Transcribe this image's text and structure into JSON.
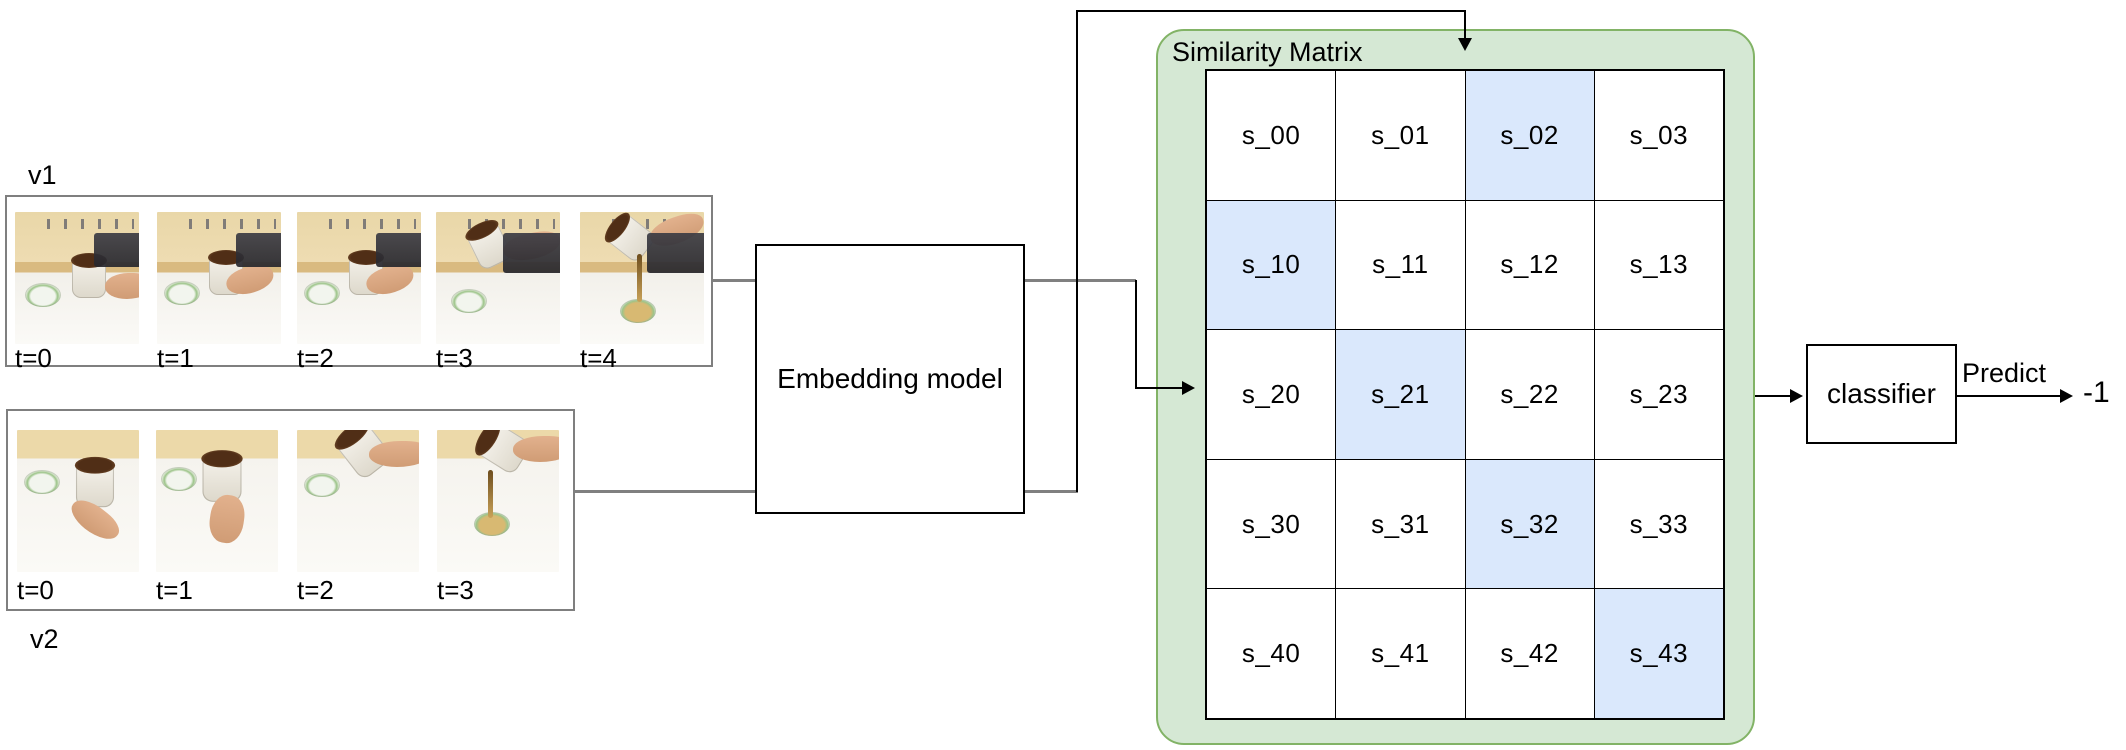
{
  "videos": {
    "v1": {
      "label": "v1",
      "frames": [
        {
          "label": "t=0",
          "scene": "table-hand"
        },
        {
          "label": "t=1",
          "scene": "hold"
        },
        {
          "label": "t=2",
          "scene": "hold"
        },
        {
          "label": "t=3",
          "scene": "lift"
        },
        {
          "label": "t=4",
          "scene": "pour"
        }
      ]
    },
    "v2": {
      "label": "v2",
      "frames": [
        {
          "label": "t=0",
          "scene": "table-hand2"
        },
        {
          "label": "t=1",
          "scene": "grip"
        },
        {
          "label": "t=2",
          "scene": "tilt-high"
        },
        {
          "label": "t=3",
          "scene": "pour2"
        }
      ]
    }
  },
  "embedding": {
    "label": "Embedding model"
  },
  "matrix": {
    "title": "Similarity Matrix",
    "rows": 5,
    "cols": 4,
    "cells": [
      {
        "label": "s_00",
        "hl": "false"
      },
      {
        "label": "s_01",
        "hl": "false"
      },
      {
        "label": "s_02",
        "hl": "true"
      },
      {
        "label": "s_03",
        "hl": "false"
      },
      {
        "label": "s_10",
        "hl": "true"
      },
      {
        "label": "s_11",
        "hl": "false"
      },
      {
        "label": "s_12",
        "hl": "false"
      },
      {
        "label": "s_13",
        "hl": "false"
      },
      {
        "label": "s_20",
        "hl": "false"
      },
      {
        "label": "s_21",
        "hl": "true"
      },
      {
        "label": "s_22",
        "hl": "false"
      },
      {
        "label": "s_23",
        "hl": "false"
      },
      {
        "label": "s_30",
        "hl": "false"
      },
      {
        "label": "s_31",
        "hl": "false"
      },
      {
        "label": "s_32",
        "hl": "true"
      },
      {
        "label": "s_33",
        "hl": "false"
      },
      {
        "label": "s_40",
        "hl": "false"
      },
      {
        "label": "s_41",
        "hl": "false"
      },
      {
        "label": "s_42",
        "hl": "false"
      },
      {
        "label": "s_43",
        "hl": "true"
      }
    ]
  },
  "classifier": {
    "label": "classifier"
  },
  "output": {
    "predict_label": "Predict",
    "value": "-1"
  },
  "colors": {
    "green_fill": "#d5e8d4",
    "green_stroke": "#82b366",
    "cell_highlight": "#dae8fc",
    "connector_gray": "#808080",
    "line_black": "#000000",
    "video_border": "#7f7f7f"
  }
}
